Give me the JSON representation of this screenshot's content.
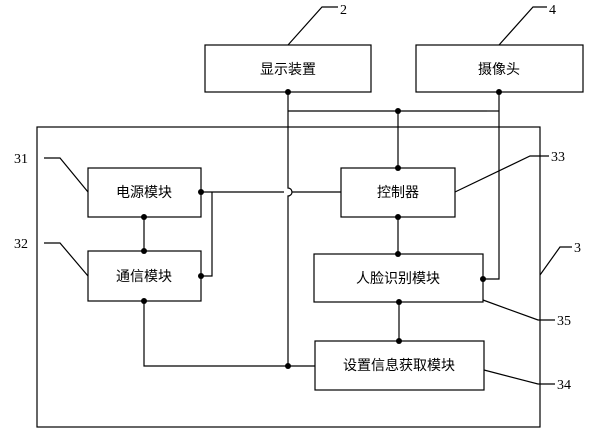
{
  "blocks": {
    "display": "显示装置",
    "camera": "摄像头",
    "power": "电源模块",
    "controller": "控制器",
    "comm": "通信模块",
    "face": "人脸识别模块",
    "settings": "设置信息获取模块"
  },
  "refs": {
    "display": "2",
    "camera": "4",
    "housing": "3",
    "power": "31",
    "comm": "32",
    "controller": "33",
    "settings": "34",
    "face": "35"
  }
}
